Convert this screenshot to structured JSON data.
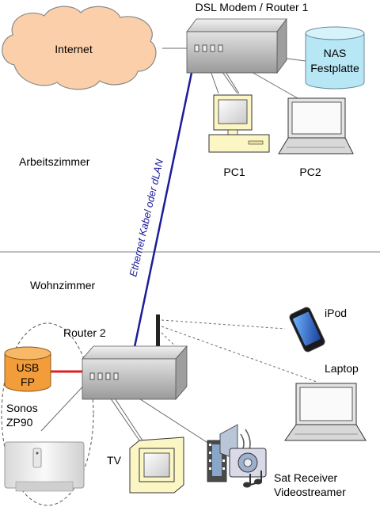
{
  "labels": {
    "dsl_router": "DSL Modem / Router 1",
    "internet": "Internet",
    "nas_line1": "NAS",
    "nas_line2": "Festplatte",
    "pc1": "PC1",
    "pc2": "PC2",
    "room_office": "Arbeitszimmer",
    "room_living": "Wohnzimmer",
    "ethernet": "Ethernet Kabel oder dLAN",
    "router2": "Router 2",
    "usb_line1": "USB",
    "usb_line2": "FP",
    "sonos_line1": "Sonos",
    "sonos_line2": "ZP90",
    "ipod": "iPod",
    "laptop": "Laptop",
    "tv": "TV",
    "sat_line1": "Sat Receiver",
    "sat_line2": "Videostreamer"
  },
  "colors": {
    "ethernet_line": "#1c1c9a",
    "usb_link": "#e02020",
    "cloud_fill": "#fbcfa9",
    "nas_fill": "#b7e6f5",
    "usb_fill": "#f29d3a",
    "monitor_fill": "#fbf6c4",
    "router_fill": "#bdbdbd"
  },
  "icons": [
    "cloud-icon",
    "router-icon",
    "nas-disk-icon",
    "desktop-pc-icon",
    "laptop-icon",
    "ipod-icon",
    "usb-disk-icon",
    "sonos-player-icon",
    "tv-icon",
    "media-icon"
  ]
}
